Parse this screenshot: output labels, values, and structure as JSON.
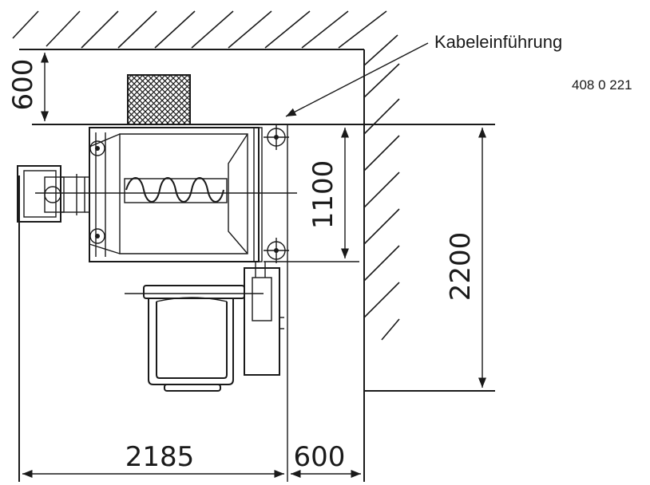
{
  "labels": {
    "cable_entry": "Kabeleinführung",
    "drawing_number": "408 0 221"
  },
  "dimensions": {
    "top_clearance": "600",
    "machine_depth": "1100",
    "total_depth": "2200",
    "total_width": "2185",
    "side_clearance": "600"
  }
}
